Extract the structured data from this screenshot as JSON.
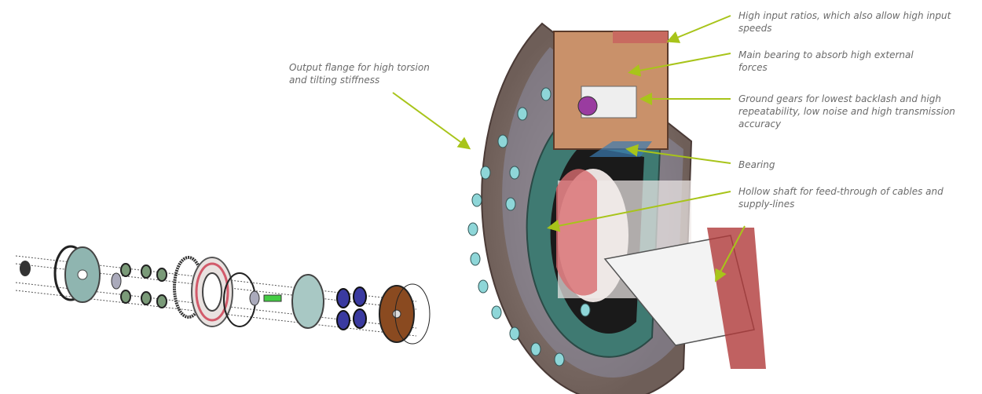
{
  "diagram": {
    "type": "annotated-cutaway",
    "subject": "precision cycloidal/planetary gearbox",
    "annotation_color": "#a8c41a",
    "annotations": [
      {
        "id": "output-flange",
        "text": "Output flange for high torsion and tilting stiffness",
        "lines": [
          "Output flange for high torsion",
          "and tilting stiffness"
        ]
      },
      {
        "id": "input-ratios",
        "text": "High input ratios, which also allow high input speeds",
        "lines": [
          "High input ratios, which also allow high input",
          "speeds"
        ]
      },
      {
        "id": "main-bearing",
        "text": "Main bearing to absorb high external forces",
        "lines": [
          "Main bearing to absorb high external",
          "forces"
        ]
      },
      {
        "id": "ground-gears",
        "text": "Ground gears for lowest backlash and high repeatability, low noise and high transmission accuracy",
        "lines": [
          "Ground gears for lowest backlash and high",
          "repeatability, low noise and high transmission",
          "accuracy"
        ]
      },
      {
        "id": "bearing",
        "text": "Bearing",
        "lines": [
          "Bearing"
        ]
      },
      {
        "id": "hollow-shaft",
        "text": "Hollow shaft for feed-through of cables and supply-lines",
        "lines": [
          "Hollow shaft for feed-through of cables and",
          "supply-lines"
        ]
      }
    ]
  }
}
